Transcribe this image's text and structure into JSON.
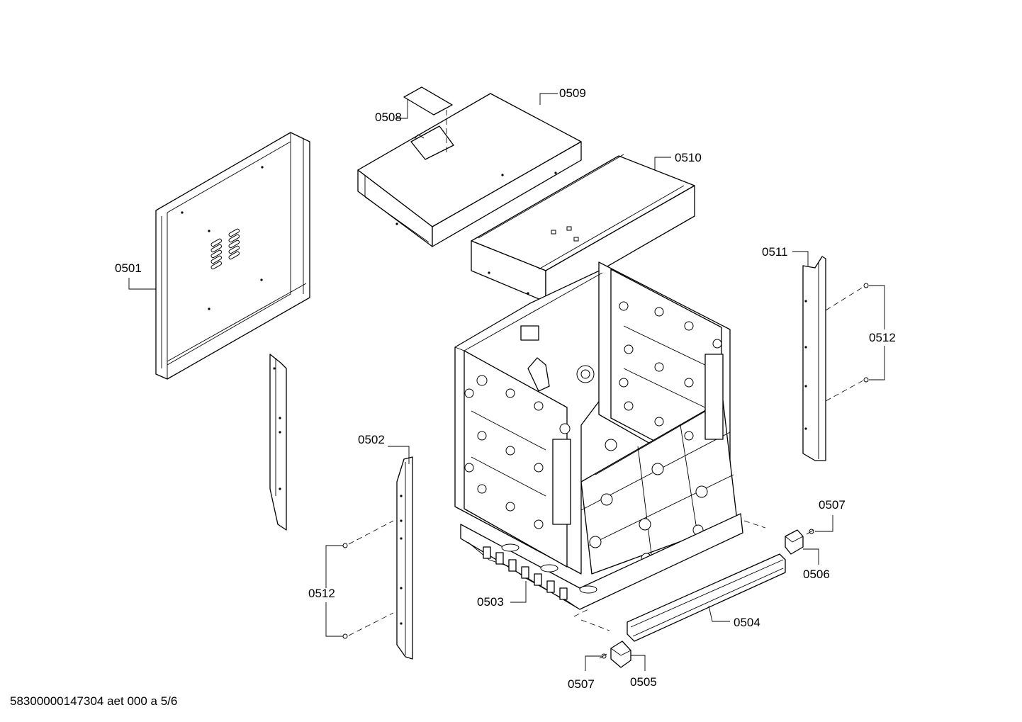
{
  "labels": {
    "p0501": "0501",
    "p0502": "0502",
    "p0503": "0503",
    "p0504": "0504",
    "p0505": "0505",
    "p0506": "0506",
    "p0507a": "0507",
    "p0507b": "0507",
    "p0508": "0508",
    "p0509": "0509",
    "p0510": "0510",
    "p0511": "0511",
    "p0512a": "0512",
    "p0512b": "0512"
  },
  "footer": "58300000147304 aet 000 a 5/6"
}
